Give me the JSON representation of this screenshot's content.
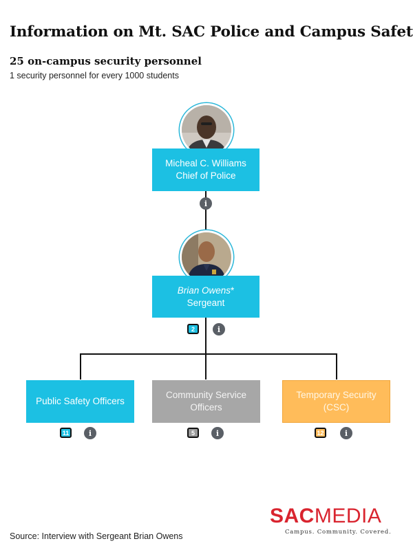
{
  "header": {
    "title": "Information on Mt. SAC Police and Campus Safety",
    "subtitle": "25 on-campus security personnel",
    "note": "1 security personnel for every 1000 students"
  },
  "chief": {
    "name": "Micheal C. Williams",
    "role": "Chief of Police",
    "info_icon": "i"
  },
  "sergeant": {
    "name": "Brian Owens",
    "name_suffix": "*",
    "role": "Sergeant",
    "count": "2",
    "info_icon": "i"
  },
  "units": [
    {
      "line1": "Public Safety Officers",
      "line2": "",
      "count": "11",
      "info_icon": "i",
      "color": "#1cc0e3"
    },
    {
      "line1": "Community Service",
      "line2": "Officers",
      "count": "5",
      "info_icon": "i",
      "color": "#a7a7a7"
    },
    {
      "line1": "Temporary Security",
      "line2": "(CSC)",
      "count": "12",
      "info_icon": "i",
      "color": "#ffbc5a"
    }
  ],
  "footer": {
    "source": "Source: Interview with Sergeant Brian Owens",
    "logo_bold": "SAC",
    "logo_light": "MEDIA",
    "tagline": "Campus. Community. Covered."
  },
  "colors": {
    "accent": "#1cc0e3",
    "gray": "#a7a7a7",
    "orange": "#ffbc5a",
    "brand": "#d9242f"
  }
}
